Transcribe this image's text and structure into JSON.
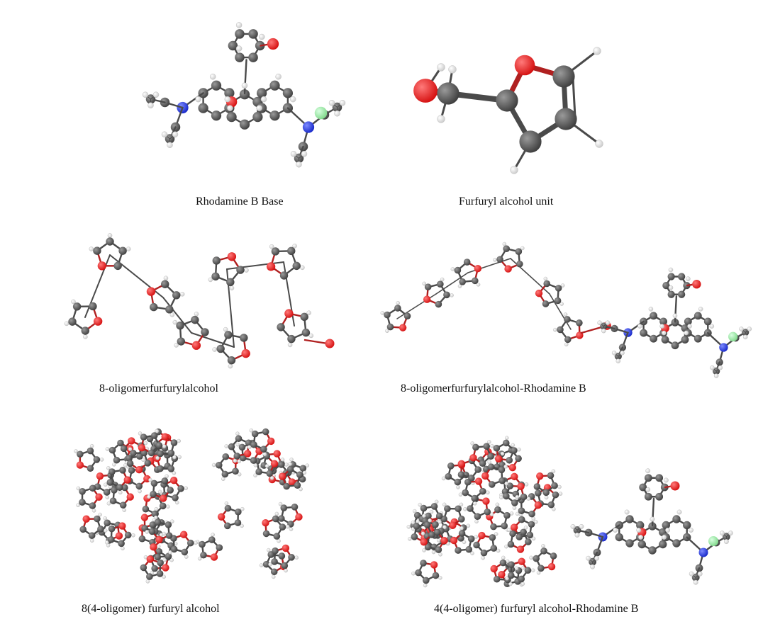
{
  "colors": {
    "carbon": "#3c3c3c",
    "carbon_highlight": "#9a9a9a",
    "oxygen": "#d40d0d",
    "nitrogen": "#1426c8",
    "hydrogen": "#f2f2f2",
    "chlorine": "#7fd88a",
    "bond": "#4a4a4a",
    "bond_red": "#b02020"
  },
  "panels": [
    {
      "id": "rhodamine-b-base",
      "caption": "Rhodamine B Base"
    },
    {
      "id": "furfuryl-alcohol-unit",
      "caption": "Furfuryl alcohol unit"
    },
    {
      "id": "8-oligomer",
      "caption": "8-oligomerfurfurylalcohol"
    },
    {
      "id": "8-oligomer-rhodamine",
      "caption": "8-oligomerfurfurylalcohol-Rhodamine B"
    },
    {
      "id": "8x4-oligomer",
      "caption": "8(4-oligomer) furfuryl alcohol"
    },
    {
      "id": "4x4-oligomer-rhodamine",
      "caption": "4(4-oligomer) furfuryl alcohol-Rhodamine B"
    }
  ]
}
